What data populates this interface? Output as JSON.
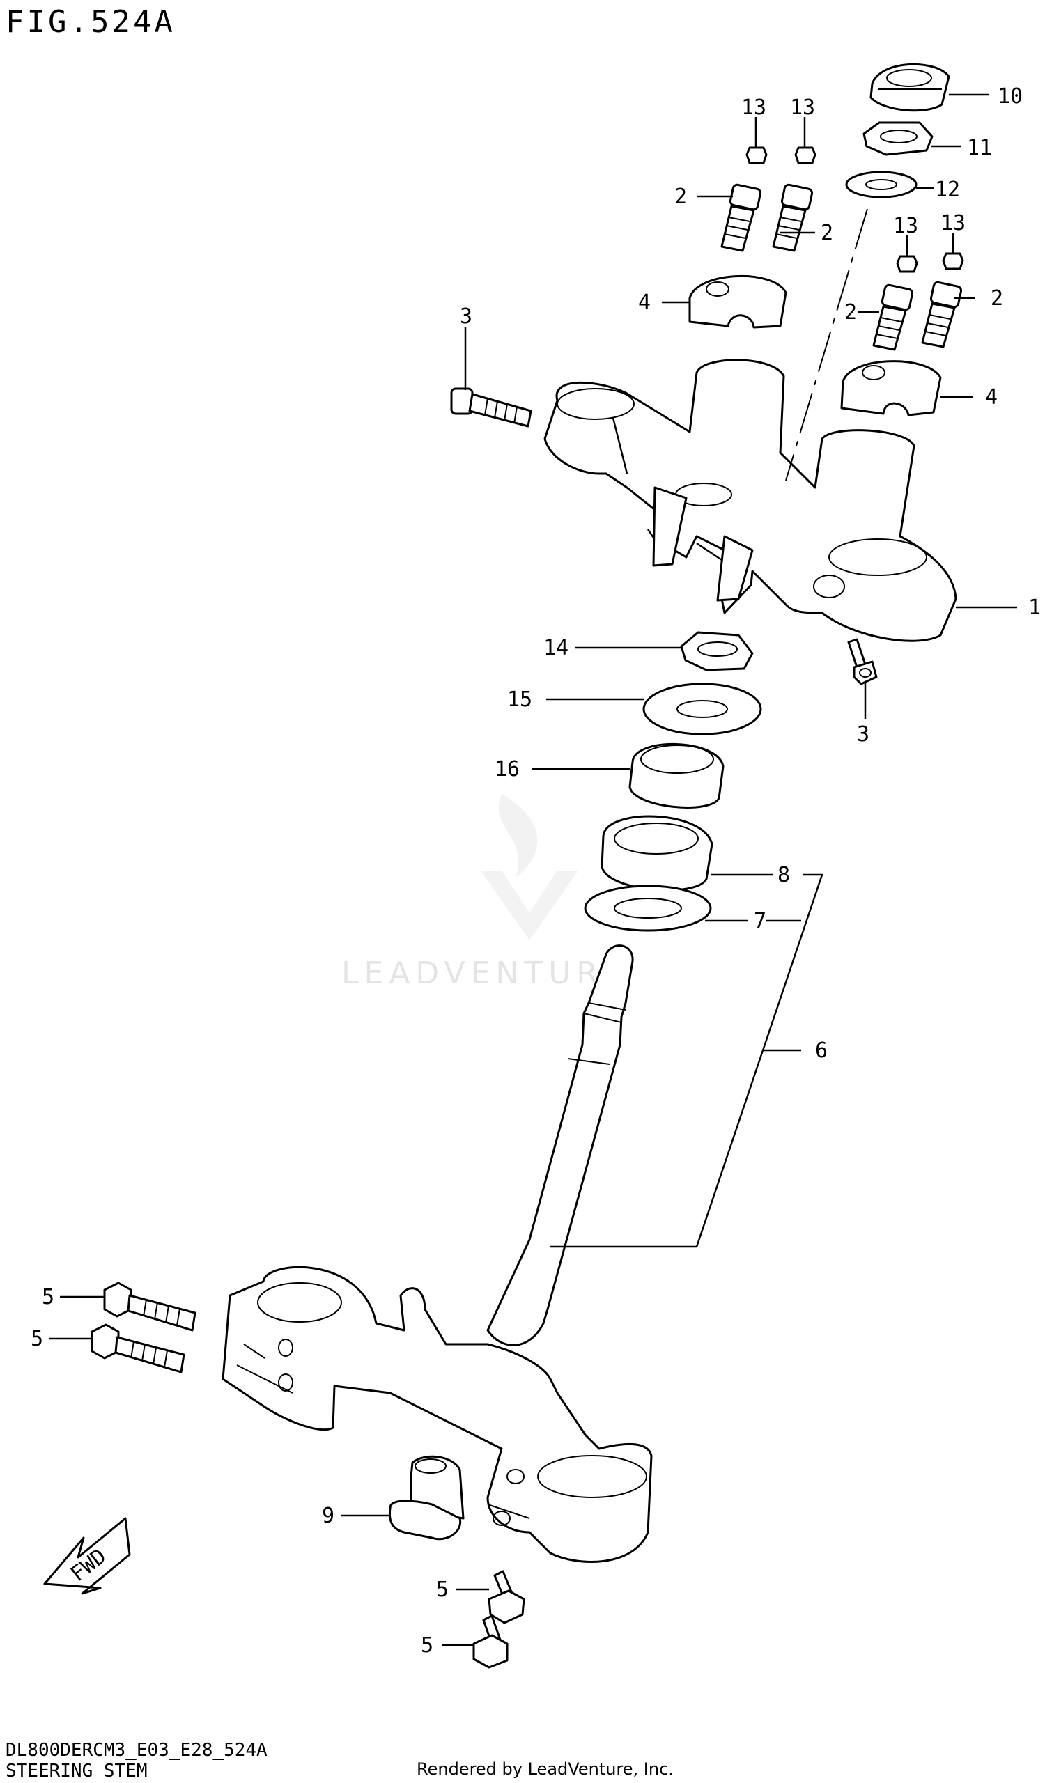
{
  "header": {
    "figure_label": "FIG.524A"
  },
  "footer": {
    "model_code": "DL800DERCM3_E03_E28_524A",
    "assembly_name": "STEERING STEM",
    "rendered_by": "Rendered by LeadVenture, Inc."
  },
  "watermark": {
    "text": "LEADVENTURE"
  },
  "fwd_arrow": {
    "label": "FWD"
  },
  "callouts": [
    "10",
    "11",
    "12",
    "13",
    "13",
    "13",
    "13",
    "2",
    "2",
    "2",
    "2",
    "4",
    "4",
    "3",
    "3",
    "1",
    "14",
    "15",
    "16",
    "8",
    "7",
    "6",
    "5",
    "5",
    "5",
    "5",
    "9"
  ]
}
